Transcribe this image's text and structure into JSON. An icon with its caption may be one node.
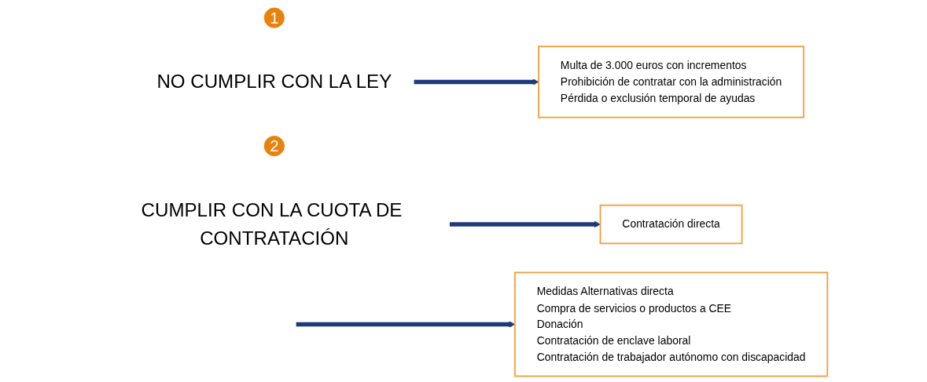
{
  "diagram": {
    "nodes": [
      {
        "text": [
          "1"
        ]
      },
      {
        "text": [
          "NO CUMPLIR CON LA LEY"
        ]
      },
      {
        "text": [
          "Multa de 3.000 euros con incrementos",
          "Prohibición de contratar con la administración",
          "Pérdida o exclusión temporal de ayudas"
        ]
      },
      {
        "text": [
          "2"
        ]
      },
      {
        "text": [
          "CUMPLIR CON LA CUOTA DE CONTRATACIÓN"
        ]
      },
      {
        "text": [
          "Contratación directa"
        ]
      },
      {
        "text": [
          "Medidas Alternativas directa",
          "Compra de servicios o productos a CEE",
          "Donación",
          "Contratación de enclave laboral",
          "Contratación de trabajador autónomo con discapacidad"
        ]
      }
    ],
    "edges": [
      {
        "from": 1,
        "to": 2,
        "arrow": "to"
      },
      {
        "from": 4,
        "to": 5,
        "arrow": "to"
      },
      {
        "from": null,
        "to": 6,
        "arrow": "to"
      }
    ]
  }
}
